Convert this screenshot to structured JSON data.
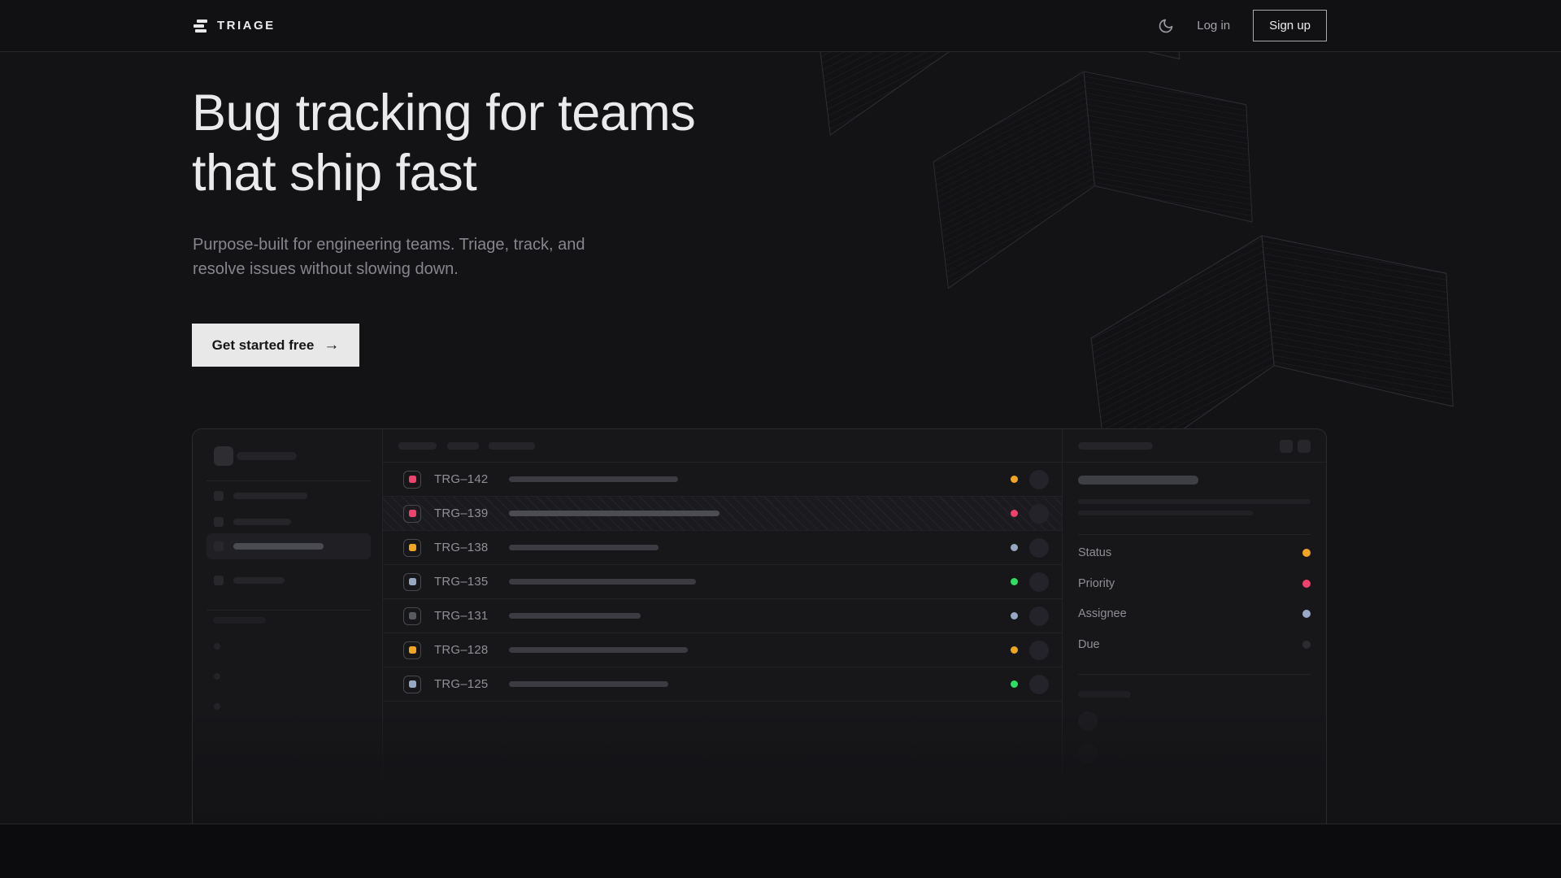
{
  "brand": {
    "name": "TRIAGE"
  },
  "nav": {
    "theme_icon": "moon",
    "login_label": "Log in",
    "signup_label": "Sign up"
  },
  "hero": {
    "title_line1": "Bug tracking for teams",
    "title_line2": "that ship fast",
    "subtitle_line1": "Purpose-built for engineering teams. Triage, track, and",
    "subtitle_line2": "resolve issues without slowing down.",
    "cta_label": "Get started free",
    "cta_arrow": "→"
  },
  "mockup": {
    "issues": [
      {
        "id": "TRG–142",
        "icon_color": "#ef426f",
        "status_color": "#f2a51f",
        "title_width": 208,
        "highlighted": false
      },
      {
        "id": "TRG–139",
        "icon_color": "#ef426f",
        "status_color": "#f23f6d",
        "title_width": 259,
        "highlighted": true
      },
      {
        "id": "TRG–138",
        "icon_color": "#f2a51f",
        "status_color": "#97a7c2",
        "title_width": 184,
        "highlighted": false
      },
      {
        "id": "TRG–135",
        "icon_color": "#97a7c2",
        "status_color": "#2ee061",
        "title_width": 230,
        "highlighted": false
      },
      {
        "id": "TRG–131",
        "icon_color": "#595960",
        "status_color": "#97a7c2",
        "title_width": 162,
        "highlighted": false
      },
      {
        "id": "TRG–128",
        "icon_color": "#f2a51f",
        "status_color": "#f2a51f",
        "title_width": 220,
        "highlighted": false
      },
      {
        "id": "TRG–125",
        "icon_color": "#97a7c2",
        "status_color": "#2ee061",
        "title_width": 196,
        "highlighted": false
      }
    ],
    "detail_fields": [
      {
        "label": "Status",
        "dot_color": "#f2a51f"
      },
      {
        "label": "Priority",
        "dot_color": "#f23f6d"
      },
      {
        "label": "Assignee",
        "dot_color": "#9aa9c7"
      },
      {
        "label": "Due",
        "dot_color": "#2b2b30"
      }
    ]
  },
  "colors": {
    "background": "#131316",
    "nav_background": "#111114",
    "footer_background": "#0c0c0e",
    "accent_orange": "#f2a51f",
    "accent_pink": "#f23f6d",
    "accent_green": "#2ee061",
    "accent_slate": "#97a7c2",
    "cta_background": "#e8e8e8"
  }
}
